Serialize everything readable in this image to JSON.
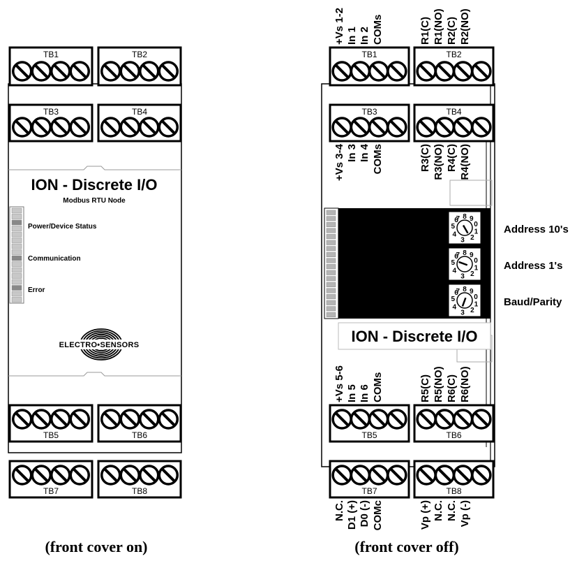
{
  "left_module": {
    "caption": "(front cover on)",
    "top_blocks": [
      "TB1",
      "TB2"
    ],
    "upper_blocks": [
      "TB3",
      "TB4"
    ],
    "lower_blocks": [
      "TB5",
      "TB6"
    ],
    "bottom_blocks": [
      "TB7",
      "TB8"
    ],
    "product_name": "ION - Discrete I/O",
    "subtitle": "Modbus RTU Node",
    "leds": [
      "Power/Device Status",
      "Communication",
      "Error"
    ],
    "logo_text": "ELECTRO•SENSORS"
  },
  "right_module": {
    "caption": "(front cover off)",
    "product_name": "ION - Discrete I/O",
    "tb1": {
      "label": "TB1",
      "pins": [
        "+Vs 1-2",
        "In 1",
        "In 2",
        "COMs"
      ]
    },
    "tb2": {
      "label": "TB2",
      "pins": [
        "R1(C)",
        "R1(NO)",
        "R2(C)",
        "R2(NO)"
      ]
    },
    "tb3": {
      "label": "TB3",
      "pins": [
        "+Vs 3-4",
        "In 3",
        "In 4",
        "COMs"
      ]
    },
    "tb4": {
      "label": "TB4",
      "pins": [
        "R3(C)",
        "R3(NO)",
        "R4(C)",
        "R4(NO)"
      ]
    },
    "tb5": {
      "label": "TB5",
      "pins": [
        "+Vs 5-6",
        "In 5",
        "In 6",
        "COMs"
      ]
    },
    "tb6": {
      "label": "TB6",
      "pins": [
        "R5(C)",
        "R5(NO)",
        "R6(C)",
        "R6(NO)"
      ]
    },
    "tb7": {
      "label": "TB7",
      "pins": [
        "N.C.",
        "D1 (+)",
        "D0 (-)",
        "COMc"
      ]
    },
    "tb8": {
      "label": "TB8",
      "pins": [
        "Vp (+)",
        "N.C.",
        "N.C.",
        "Vp (-)"
      ]
    },
    "switch_labels": [
      "Address 10's",
      "Address 1's",
      "Baud/Parity"
    ],
    "dial_digits": [
      "7",
      "8",
      "9",
      "0",
      "1",
      "2",
      "3",
      "4",
      "5",
      "6"
    ]
  }
}
